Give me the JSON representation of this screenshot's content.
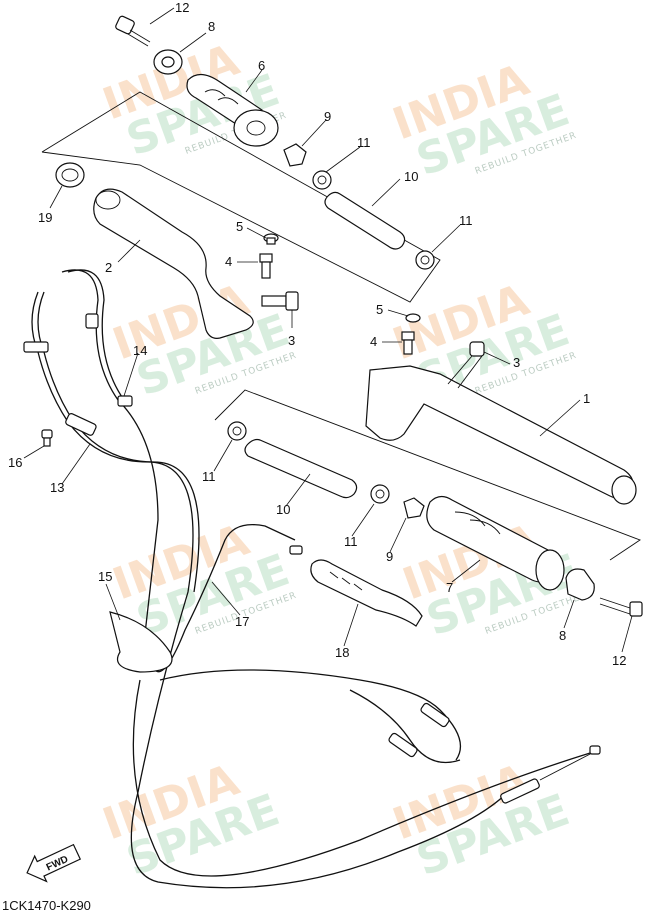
{
  "diagram": {
    "drawing_code": "1CK1470-K290",
    "fwd_label": "FWD",
    "watermark": {
      "line1": "INDIA",
      "line2": "SPARE",
      "tagline": "REBUILD TOGETHER"
    },
    "callouts": [
      {
        "id": "c12a",
        "text": "12"
      },
      {
        "id": "c8a",
        "text": "8"
      },
      {
        "id": "c6",
        "text": "6"
      },
      {
        "id": "c9a",
        "text": "9"
      },
      {
        "id": "c11a",
        "text": "11"
      },
      {
        "id": "c10a",
        "text": "10"
      },
      {
        "id": "c11b",
        "text": "11"
      },
      {
        "id": "c19",
        "text": "19"
      },
      {
        "id": "c2",
        "text": "2"
      },
      {
        "id": "c5a",
        "text": "5"
      },
      {
        "id": "c4a",
        "text": "4"
      },
      {
        "id": "c3a",
        "text": "3"
      },
      {
        "id": "c5b",
        "text": "5"
      },
      {
        "id": "c4b",
        "text": "4"
      },
      {
        "id": "c3b",
        "text": "3"
      },
      {
        "id": "c1",
        "text": "1"
      },
      {
        "id": "c14",
        "text": "14"
      },
      {
        "id": "c16",
        "text": "16"
      },
      {
        "id": "c13",
        "text": "13"
      },
      {
        "id": "c11c",
        "text": "11"
      },
      {
        "id": "c10b",
        "text": "10"
      },
      {
        "id": "c11d",
        "text": "11"
      },
      {
        "id": "c9b",
        "text": "9"
      },
      {
        "id": "c7",
        "text": "7"
      },
      {
        "id": "c8b",
        "text": "8"
      },
      {
        "id": "c12b",
        "text": "12"
      },
      {
        "id": "c15",
        "text": "15"
      },
      {
        "id": "c17",
        "text": "17"
      },
      {
        "id": "c18",
        "text": "18"
      }
    ]
  }
}
